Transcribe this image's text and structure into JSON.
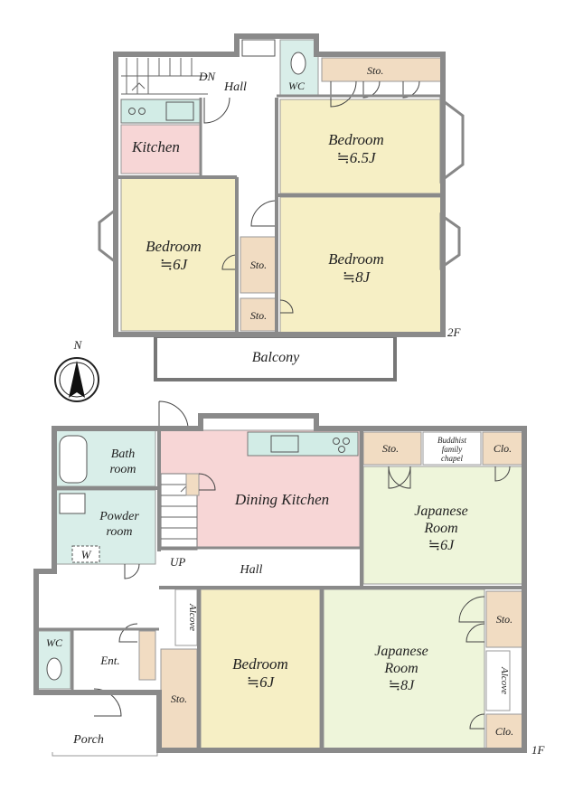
{
  "colors": {
    "bedroom": "#f6efc5",
    "storage": "#f1dcc2",
    "kitchen": "#f7d6d6",
    "wet": "#d9eee9",
    "japanese": "#eef5da",
    "hall": "#ffffff",
    "wall": "#8a8a8a",
    "counter": "#d2ece6",
    "balcony_frame": "#777777"
  },
  "floor2": {
    "floor_label": "2F",
    "rooms": {
      "bedroom_a": {
        "name": "Bedroom",
        "size": "≒6.5J"
      },
      "bedroom_b": {
        "name": "Bedroom",
        "size": "≒6J"
      },
      "bedroom_c": {
        "name": "Bedroom",
        "size": "≒8J"
      },
      "kitchen": "Kitchen",
      "hall": "Hall",
      "dn": "DN",
      "wc": "WC",
      "sto_top": "Sto.",
      "sto_mid": "Sto.",
      "sto_low": "Sto.",
      "balcony": "Balcony"
    }
  },
  "compass": {
    "label": "N",
    "icon": "north-arrow-icon"
  },
  "floor1": {
    "floor_label": "1F",
    "rooms": {
      "bath": [
        "Bath",
        "room"
      ],
      "powder": [
        "Powder",
        "room"
      ],
      "washer": "W",
      "dining": "Dining Kitchen",
      "sto_top": "Sto.",
      "buddhist": [
        "Buddhist",
        "family",
        "chapel"
      ],
      "clo_top": "Clo.",
      "japanese_a": {
        "name": [
          "Japanese",
          "Room"
        ],
        "size": "≒6J"
      },
      "up": "UP",
      "hall": "Hall",
      "alcove_left": "Alcove",
      "wc": "WC",
      "ent": "Ent.",
      "bedroom": {
        "name": "Bedroom",
        "size": "≒6J"
      },
      "sto_low": "Sto.",
      "japanese_b": {
        "name": [
          "Japanese",
          "Room"
        ],
        "size": "≒8J"
      },
      "sto_right": "Sto.",
      "alcove_right": "Alcove",
      "clo_low": "Clo.",
      "porch": "Porch"
    }
  }
}
